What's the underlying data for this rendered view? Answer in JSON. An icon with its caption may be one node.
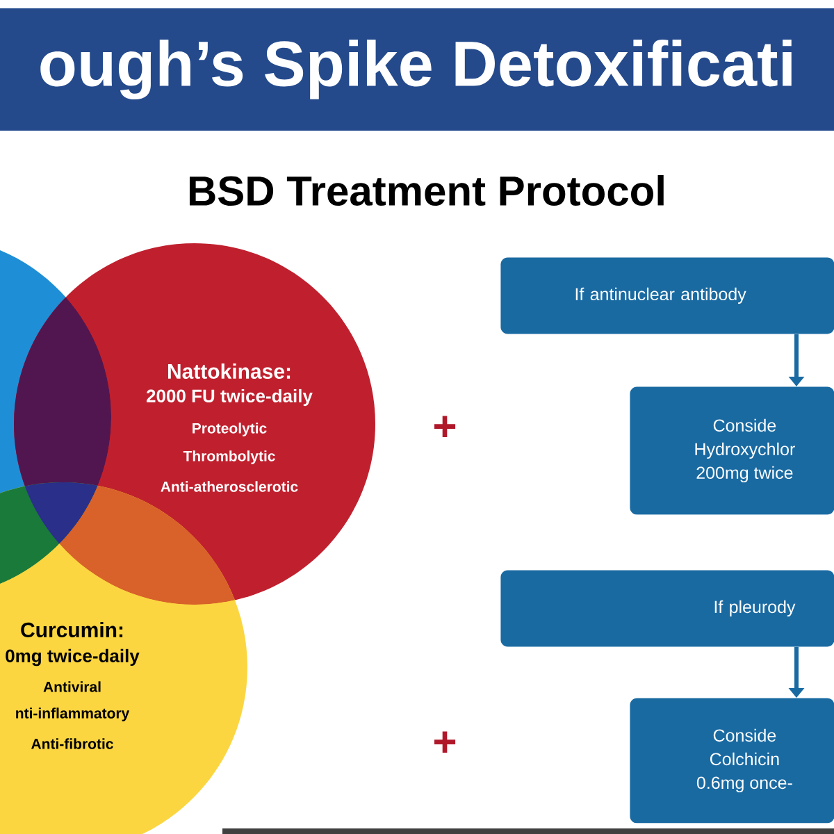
{
  "diagram": {
    "title": "ough’s Spike Detoxificati",
    "nodes": [
      {
        "text": [],
        "shape": "circle"
      },
      {
        "text": [
          "Nattokinase:",
          "2000 FU twice-daily",
          "Proteolytic",
          "Thrombolytic",
          "Anti-atherosclerotic"
        ]
      },
      {
        "text": [
          "Curcumin:",
          "0mg twice-daily",
          "Antiviral",
          "nti-inflammatory",
          "Anti-fibrotic"
        ]
      },
      {
        "text": [
          "If antinuclear antibody"
        ]
      },
      {
        "text": [
          "Conside Hydroxychlor 200mg twice"
        ]
      },
      {
        "text": [
          "If pleurody"
        ]
      },
      {
        "text": [
          "Conside Colchicin 0.6mg once-"
        ]
      }
    ],
    "edges": [
      {
        "from": 3,
        "to": 4,
        "arrow": "to"
      },
      {
        "from": 5,
        "to": 6,
        "arrow": "to"
      }
    ],
    "labels": [
      "BSD Treatment Protocol",
      "+",
      "+"
    ]
  }
}
